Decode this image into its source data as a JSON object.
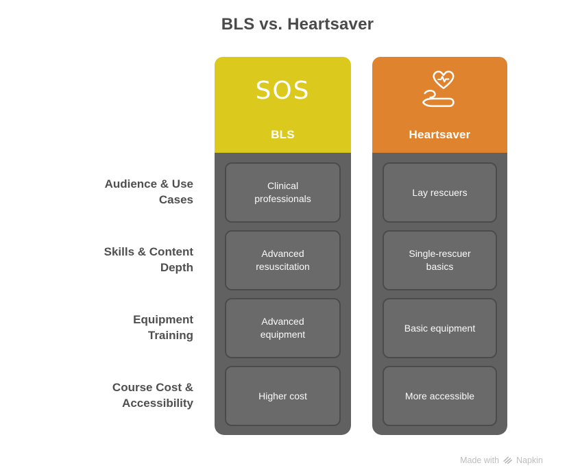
{
  "title": "BLS vs. Heartsaver",
  "columns": {
    "bls": {
      "label": "BLS",
      "icon": "sos-text-icon",
      "icon_text": "SOS",
      "header_color": "#dcc91d"
    },
    "heartsaver": {
      "label": "Heartsaver",
      "icon": "heart-in-hand-icon",
      "header_color": "#df832f"
    }
  },
  "rows": [
    {
      "label": "Audience & Use Cases",
      "bls": "Clinical professionals",
      "heartsaver": "Lay rescuers"
    },
    {
      "label": "Skills & Content Depth",
      "bls": "Advanced resuscitation",
      "heartsaver": "Single-rescuer basics"
    },
    {
      "label": "Equipment Training",
      "bls": "Advanced equipment",
      "heartsaver": "Basic equipment"
    },
    {
      "label": "Course Cost & Accessibility",
      "bls": "Higher cost",
      "heartsaver": "More accessible"
    }
  ],
  "footer": {
    "made_with": "Made with",
    "brand": "Napkin",
    "icon": "napkin-logo-icon"
  },
  "colors": {
    "bls_header": "#dcc91d",
    "heartsaver_header": "#df832f",
    "column_body": "#616161",
    "cell_fill": "#6a6a6a",
    "cell_border": "#4b4b4b",
    "title_text": "#4a4a4a",
    "row_label_text": "#4f4f4f",
    "cell_text": "#fafafa",
    "footer_text": "#bdbdbd"
  }
}
